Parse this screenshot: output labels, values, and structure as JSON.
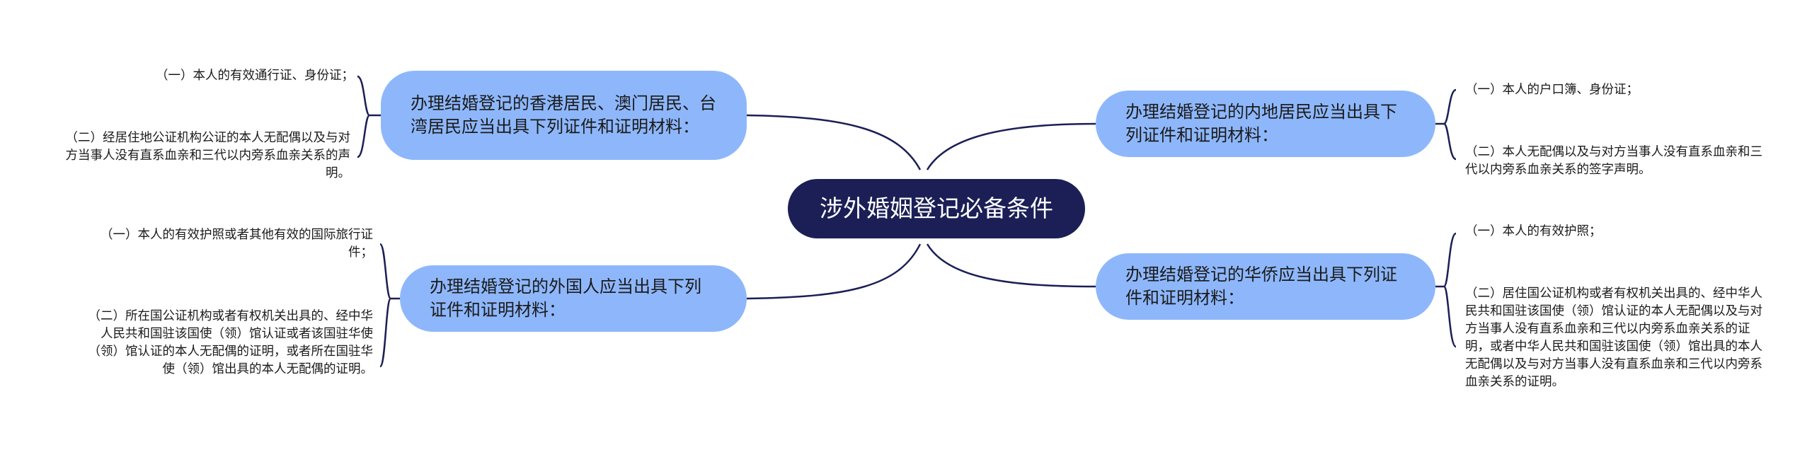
{
  "center": {
    "label": "涉外婚姻登记必备条件"
  },
  "branches": [
    {
      "label": "办理结婚登记的香港居民、澳门居民、台湾居民应当出具下列证件和证明材料：",
      "items": [
        "（一）本人的有效通行证、身份证；",
        "（二）经居住地公证机构公证的本人无配偶以及与对方当事人没有直系血亲和三代以内旁系血亲关系的声明。"
      ]
    },
    {
      "label": "办理结婚登记的外国人应当出具下列证件和证明材料：",
      "items": [
        "（一）本人的有效护照或者其他有效的国际旅行证件；",
        "（二）所在国公证机构或者有权机关出具的、经中华人民共和国驻该国使（领）馆认证或者该国驻华使（领）馆认证的本人无配偶的证明，或者所在国驻华使（领）馆出具的本人无配偶的证明。"
      ]
    },
    {
      "label": "办理结婚登记的内地居民应当出具下列证件和证明材料：",
      "items": [
        "（一）本人的户口簿、身份证；",
        "（二）本人无配偶以及与对方当事人没有直系血亲和三代以内旁系血亲关系的签字声明。"
      ]
    },
    {
      "label": "办理结婚登记的华侨应当出具下列证件和证明材料：",
      "items": [
        "（一）本人的有效护照；",
        "（二）居住国公证机构或者有权机关出具的、经中华人民共和国驻该国使（领）馆认证的本人无配偶以及与对方当事人没有直系血亲和三代以内旁系血亲关系的证明，或者中华人民共和国驻该国使（领）馆出具的本人无配偶以及与对方当事人没有直系血亲和三代以内旁系血亲关系的证明。"
      ]
    }
  ],
  "colors": {
    "center_fill": "#1b1f56",
    "branch_fill": "#8eb7fb",
    "line": "#1b1f56",
    "text": "#1a1a1a"
  }
}
